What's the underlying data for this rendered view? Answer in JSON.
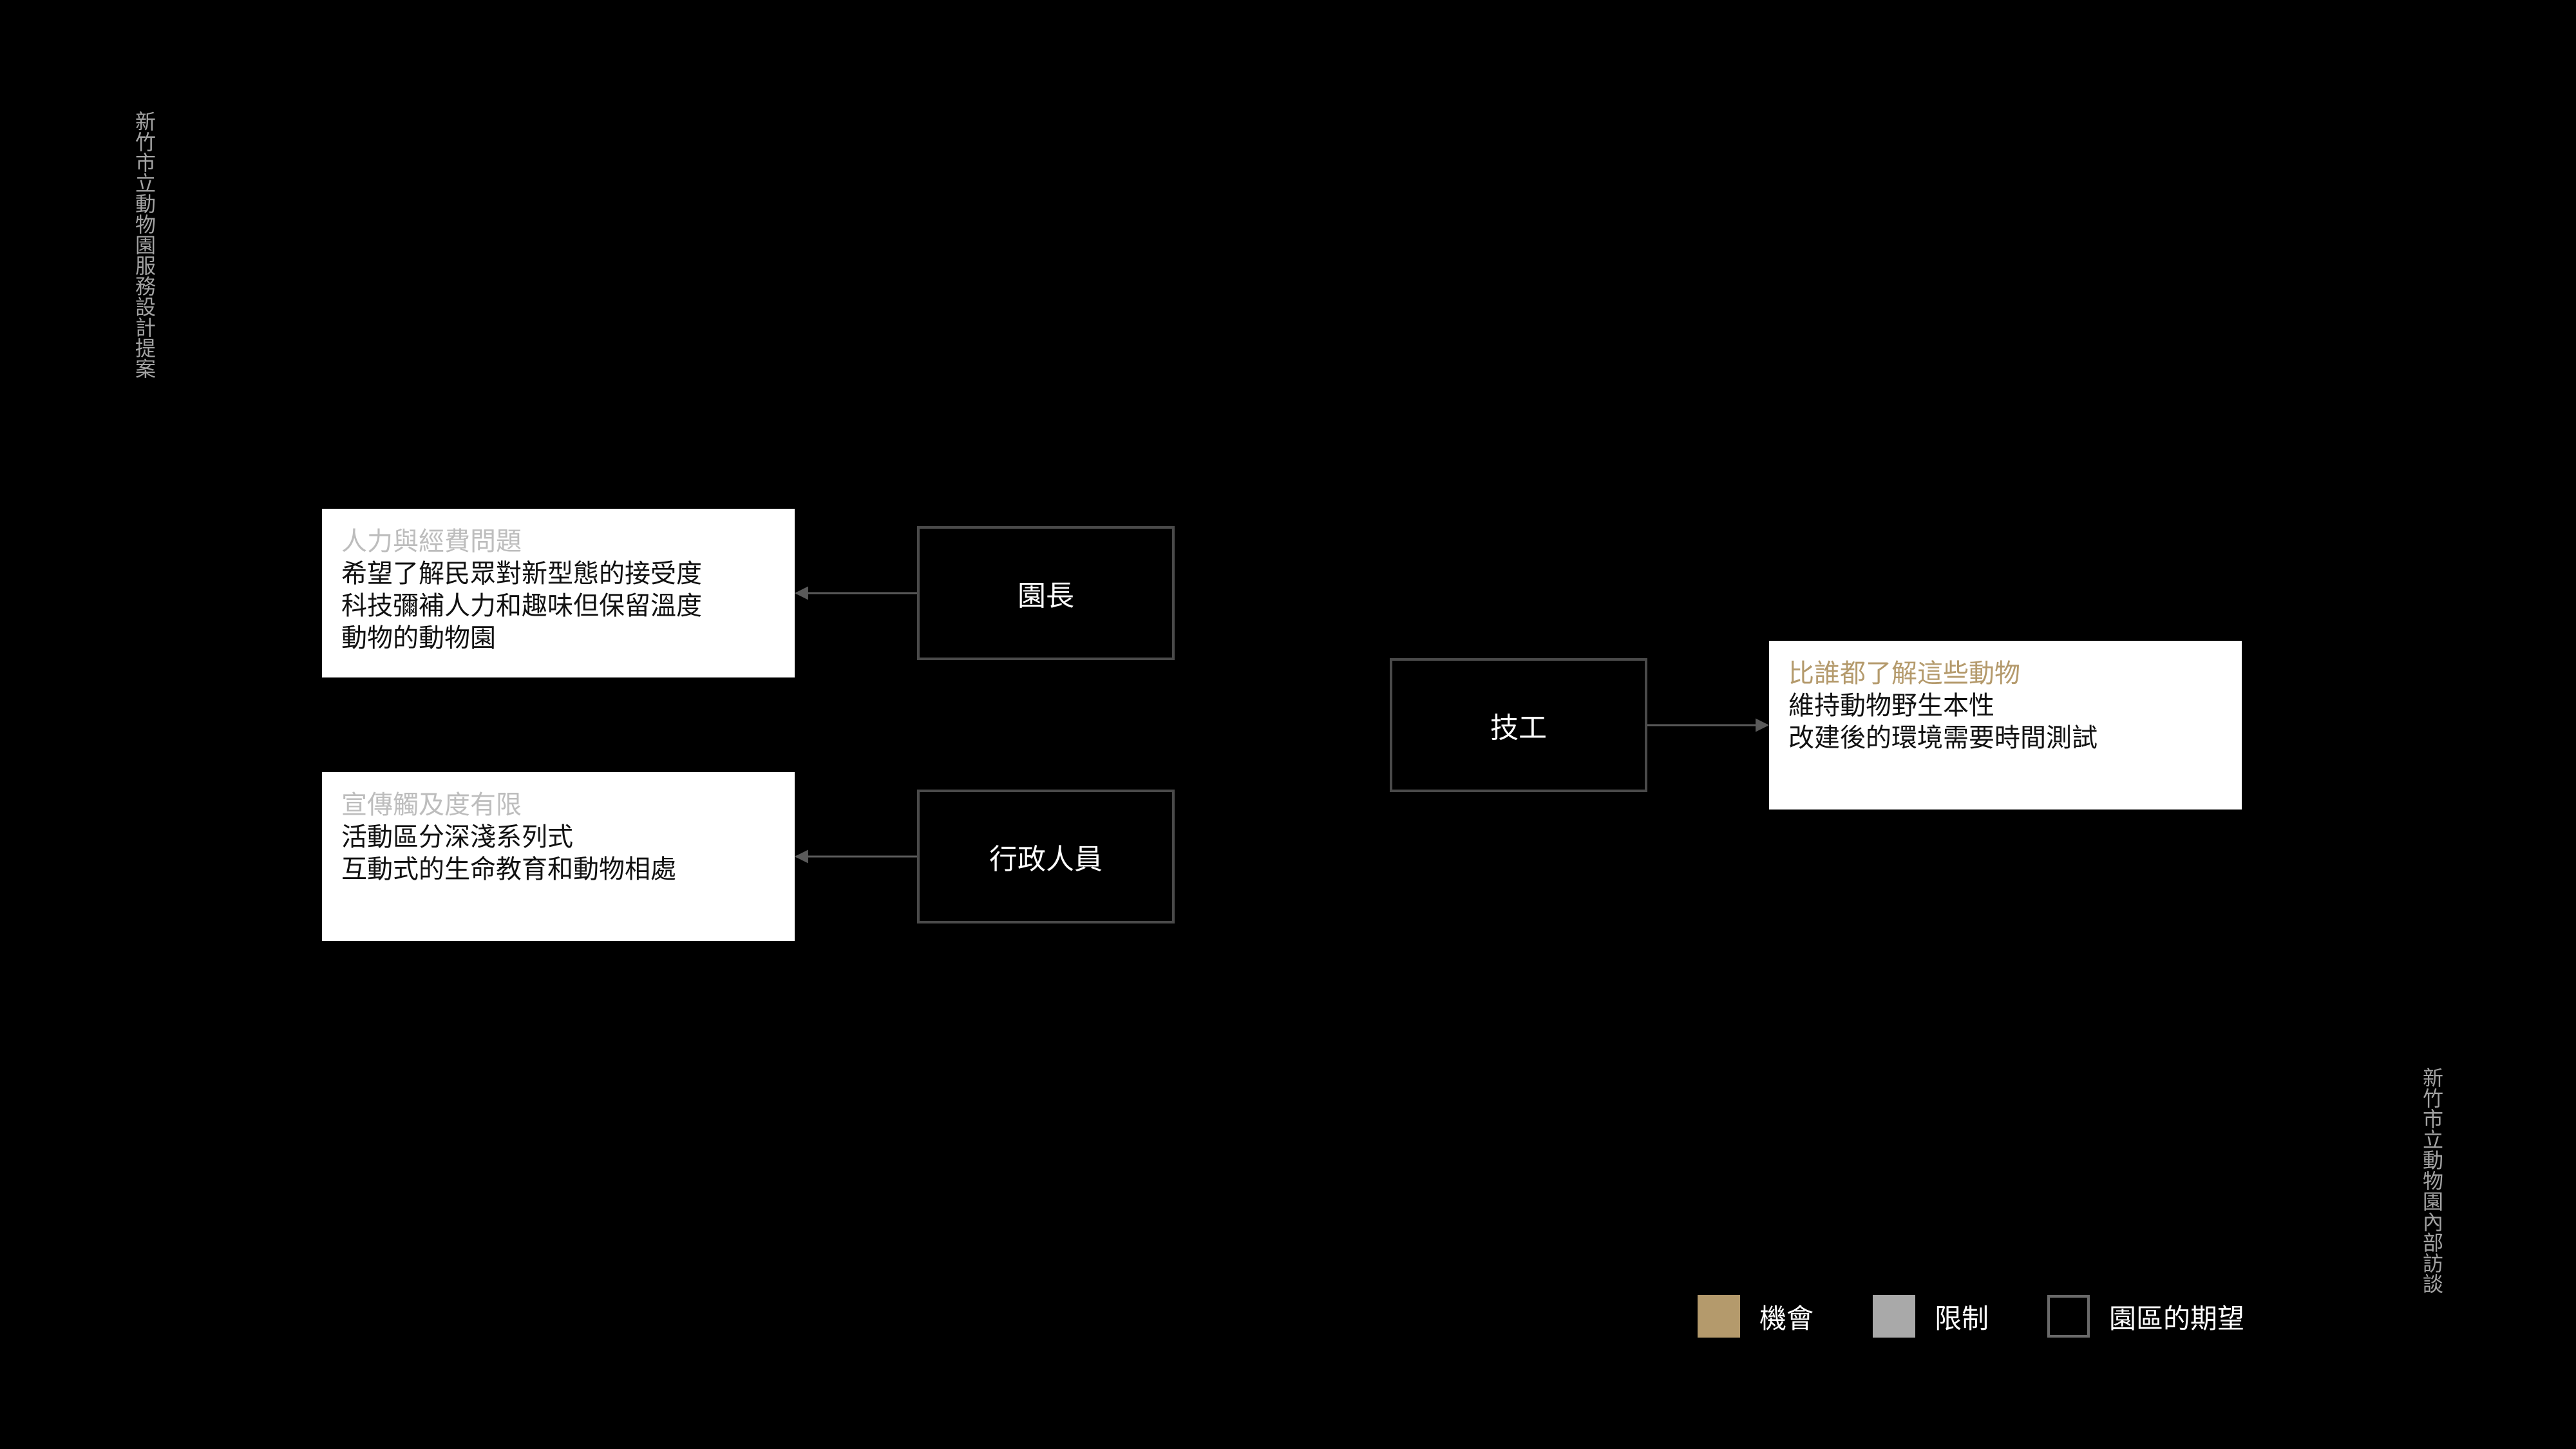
{
  "side_left": "新竹市立動物園服務設計提案",
  "side_right": "新竹市立動物園內部訪談",
  "colors": {
    "background": "#000000",
    "opportunity": "#b49a6c",
    "limit": "#a9a9a9",
    "node_border": "#4a4a4a",
    "arrow": "#5a5a5a"
  },
  "nodes": {
    "director": "園長",
    "admin": "行政人員",
    "technician": "技工"
  },
  "cards": {
    "director": {
      "limit": "人力與經費問題",
      "lines": [
        "希望了解民眾對新型態的接受度",
        "科技彌補人力和趣味但保留溫度",
        "動物的動物園"
      ]
    },
    "admin": {
      "limit": "宣傳觸及度有限",
      "lines": [
        "活動區分深淺系列式",
        "互動式的生命教育和動物相處"
      ]
    },
    "technician": {
      "opportunity": "比誰都了解這些動物",
      "lines": [
        "維持動物野生本性",
        "改建後的環境需要時間測試"
      ]
    }
  },
  "legend": {
    "opportunity": "機會",
    "limit": "限制",
    "expectation": "園區的期望"
  }
}
